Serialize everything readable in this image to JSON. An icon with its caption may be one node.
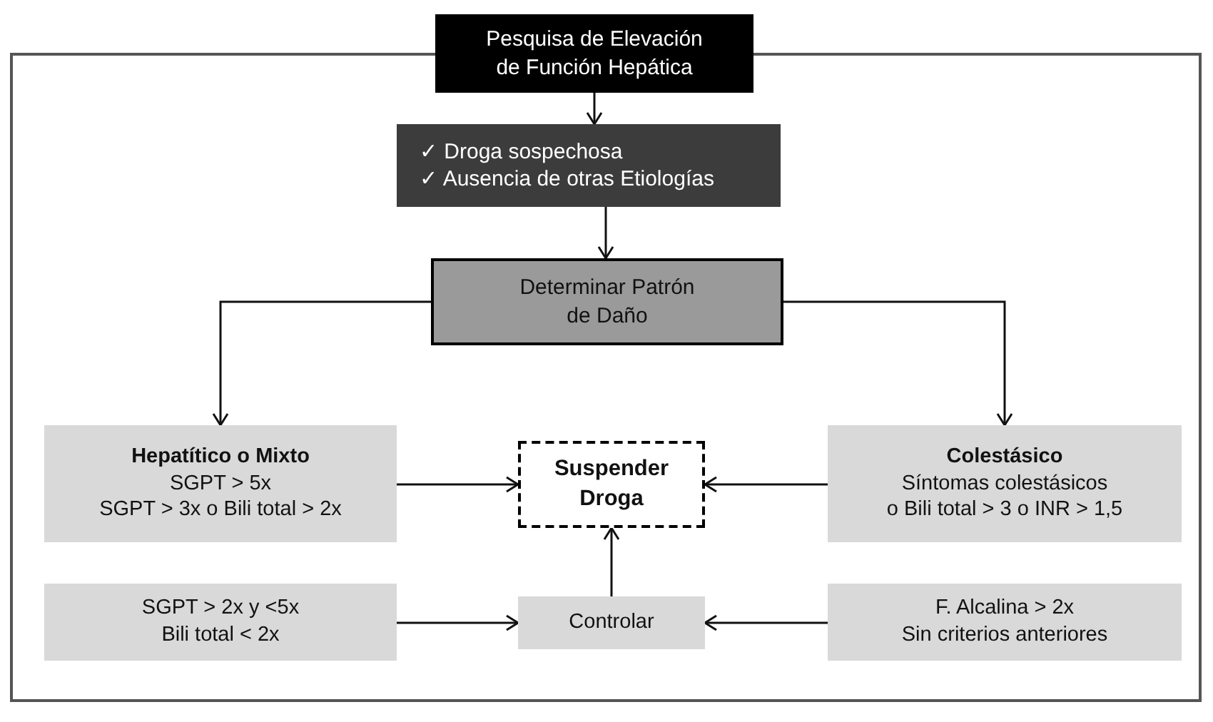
{
  "diagram": {
    "nodes": [
      {
        "text": [
          "Pesquisa de Elevación de Función Hepática"
        ]
      },
      {
        "text": [
          "✓ Droga sospechosa",
          "✓ Ausencia de otras Etiologías"
        ]
      },
      {
        "text": [
          "Determinar Patrón de Daño"
        ]
      },
      {
        "text": [
          "Hepatítico o Mixto",
          "SGPT > 5x",
          "SGPT > 3x o Bili total > 2x"
        ]
      },
      {
        "text": [
          "Suspender Droga"
        ]
      },
      {
        "text": [
          "Colestásico",
          "Síntomas colestásicos",
          "o Bili total > 3 o INR > 1,5"
        ]
      },
      {
        "text": [
          "SGPT > 2x y <5x",
          "Bili total < 2x"
        ]
      },
      {
        "text": [
          "Controlar"
        ]
      },
      {
        "text": [
          "F. Alcalina > 2x",
          "Sin criterios anteriores"
        ]
      }
    ],
    "edges": [
      {
        "from": 0,
        "to": 1,
        "arrow": "to"
      },
      {
        "from": 1,
        "to": 2,
        "arrow": "to"
      },
      {
        "from": 2,
        "to": 3,
        "arrow": "to"
      },
      {
        "from": 2,
        "to": 5,
        "arrow": "to"
      },
      {
        "from": 3,
        "to": 4,
        "arrow": "to"
      },
      {
        "from": 5,
        "to": 4,
        "arrow": "to"
      },
      {
        "from": 6,
        "to": 7,
        "arrow": "to"
      },
      {
        "from": 8,
        "to": 7,
        "arrow": "to"
      },
      {
        "from": 7,
        "to": 4,
        "arrow": "to"
      }
    ]
  }
}
